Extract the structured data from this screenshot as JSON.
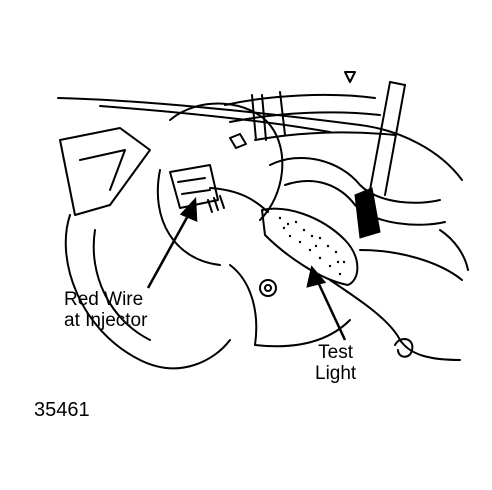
{
  "labels": {
    "red_wire_line1": "Red Wire",
    "red_wire_line2": "at Injector",
    "test_light_line1": "Test",
    "test_light_line2": "Light",
    "figure_number": "35461"
  },
  "colors": {
    "ink": "#000000",
    "paper": "#ffffff"
  }
}
